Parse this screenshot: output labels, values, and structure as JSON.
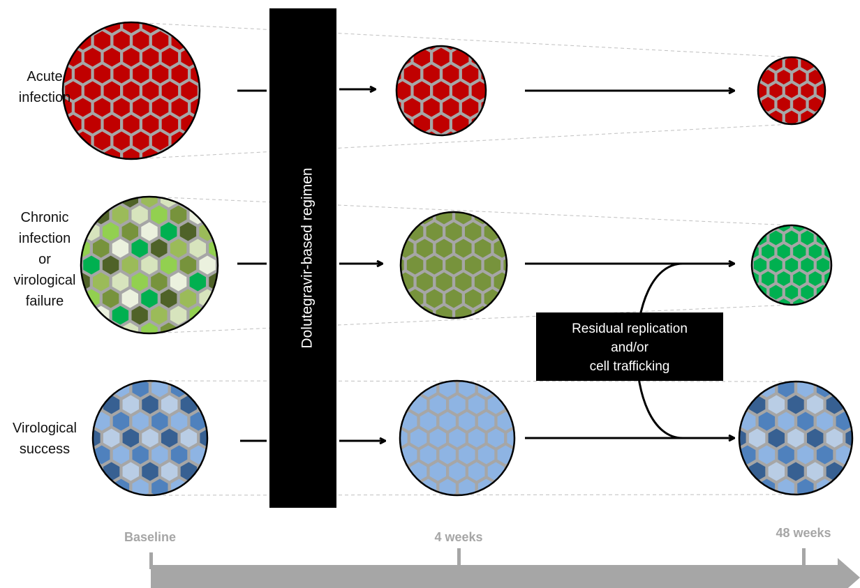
{
  "rows": [
    {
      "label_lines": [
        "Acute",
        "infection"
      ],
      "panels": [
        {
          "palette": [
            "#c00000"
          ]
        },
        {
          "palette": [
            "#c00000"
          ]
        },
        {
          "palette": [
            "#c00000"
          ]
        }
      ]
    },
    {
      "label_lines": [
        "Chronic",
        "infection",
        "or",
        "virological",
        "failure"
      ],
      "panels": [
        {
          "palette": [
            "#77933c",
            "#4f6228",
            "#92d050",
            "#00b050",
            "#d7e4bd",
            "#ebf1de",
            "#9bbb59"
          ]
        },
        {
          "palette": [
            "#77933c"
          ]
        },
        {
          "palette": [
            "#d7e4bd",
            "#ebf1de",
            "#92d050",
            "#00b050",
            "#4f6228",
            "#c3d69b"
          ]
        }
      ]
    },
    {
      "label_lines": [
        "Virological",
        "success"
      ],
      "panels": [
        {
          "palette": [
            "#4f81bd",
            "#1f3864",
            "#b9cde5",
            "#dce6f2",
            "#8eb4e3",
            "#558ed5",
            "#376092",
            "#95b3d7"
          ]
        },
        {
          "palette": [
            "#8eb4e3"
          ]
        },
        {
          "palette": [
            "#4f81bd",
            "#1f3864",
            "#b9cde5",
            "#dce6f2",
            "#8eb4e3",
            "#558ed5",
            "#376092",
            "#95b3d7"
          ]
        }
      ]
    }
  ],
  "regimen_label": "Dolutegravir-based regimen",
  "residual_box": {
    "lines": [
      "Residual replication",
      "and/or",
      "cell trafficking"
    ]
  },
  "timeline": {
    "labels": [
      "Baseline",
      "4 weeks",
      "48 weeks"
    ]
  },
  "colors": {
    "honeycomb_border": "#a6a6a6",
    "arrow": "#000000",
    "timeline": "#a6a6a6",
    "guide_lines": "#bfbfbf"
  }
}
